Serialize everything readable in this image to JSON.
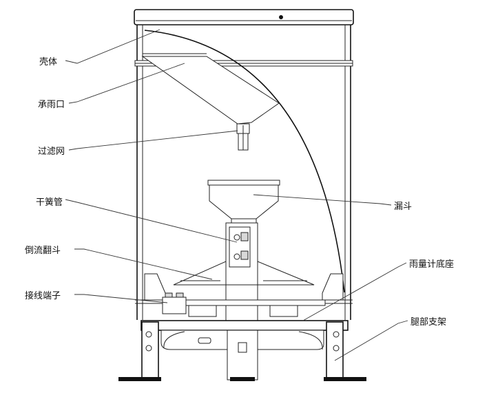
{
  "labels": {
    "shell": "壳体",
    "rain_inlet": "承雨口",
    "filter_mesh": "过滤网",
    "reed_tube": "干簧管",
    "tipping_bucket": "倒流翻斗",
    "terminal": "接线端子",
    "funnel": "漏斗",
    "base": "雨量计底座",
    "legs": "腿部支架"
  },
  "colors": {
    "line": "#111111",
    "background": "#ffffff"
  }
}
